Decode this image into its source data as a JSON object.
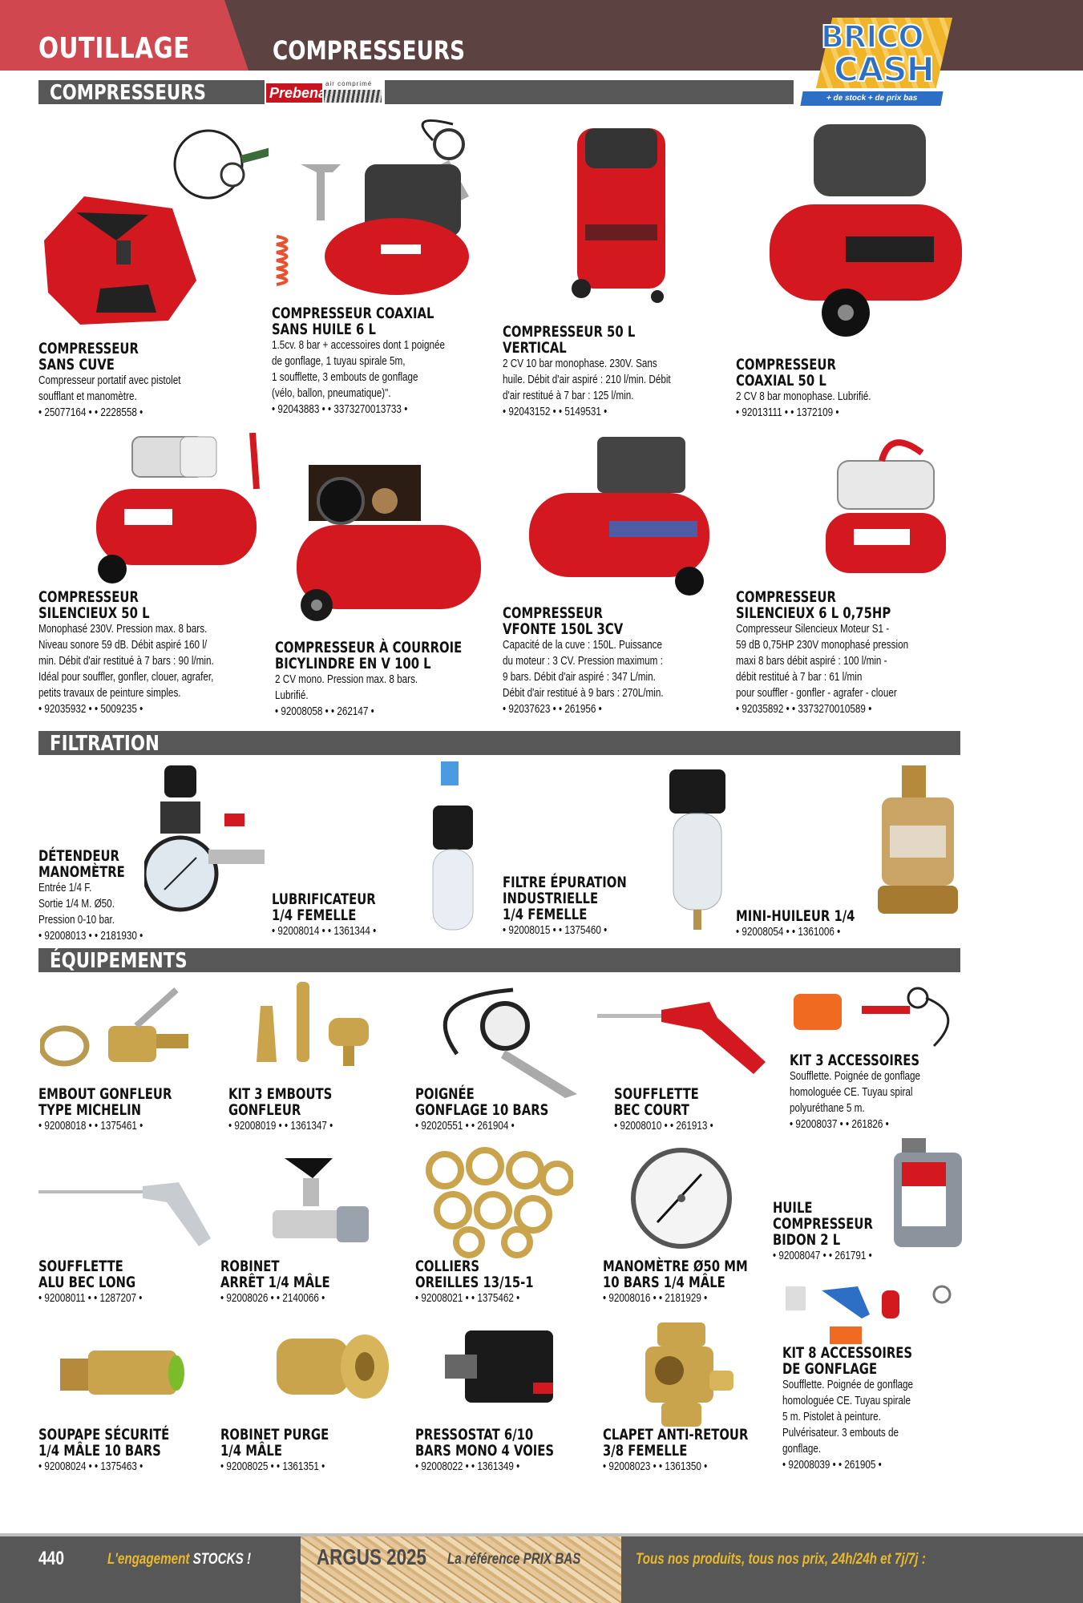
{
  "header": {
    "category": "OUTILLAGE",
    "subcategory": "COMPRESSEURS",
    "logo": {
      "line1": "BRICO",
      "line2": "CASH",
      "tagline": "+ de stock + de prix bas"
    },
    "colors": {
      "category_bg": "#d0474f",
      "bar_bg": "#5c4240",
      "section_bg": "#575757",
      "logo_yellow": "#f0b429",
      "logo_blue": "#2d6fc4"
    }
  },
  "sections": {
    "compresseurs": {
      "title": "COMPRESSEURS",
      "brand": {
        "name": "Prebena",
        "tagline": "air comprimé"
      }
    },
    "filtration": {
      "title": "FILTRATION"
    },
    "equipements": {
      "title": "ÉQUIPEMENTS"
    }
  },
  "products": {
    "p1": {
      "name": "COMPRESSEUR\nSANS CUVE",
      "desc": "Compresseur portatif avec pistolet\nsoufflant et manomètre.",
      "ref": "• 25077164 • • 2228558 •"
    },
    "p2": {
      "name": "COMPRESSEUR COAXIAL\nSANS HUILE 6 L",
      "desc": "1.5cv. 8 bar + accessoires dont 1 poignée\nde gonflage, 1 tuyau spirale 5m,\n1 soufflette, 3 embouts de gonflage\n(vélo, ballon, pneumatique)\".",
      "ref": "• 92043883 • • 3373270013733 •"
    },
    "p3": {
      "name": "COMPRESSEUR 50 L\nVERTICAL",
      "desc": "2 CV 10 bar monophase. 230V. Sans\nhuile. Débit d'air aspiré : 210 l/min. Débit\nd'air restitué à 7 bar : 125 l/min.",
      "ref": "• 92043152 • • 5149531 •"
    },
    "p4": {
      "name": "COMPRESSEUR\nCOAXIAL 50 L",
      "desc": "2 CV 8 bar monophase. Lubrifié.",
      "ref": "• 92013111 • • 1372109 •"
    },
    "p5": {
      "name": "COMPRESSEUR\nSILENCIEUX 50 L",
      "desc": "Monophasé 230V. Pression max. 8 bars.\nNiveau sonore 59 dB. Débit aspiré 160 l/\nmin. Débit d'air restitué à 7 bars : 90 l/min.\nIdéal pour souffler, gonfler, clouer, agrafer,\npetits travaux de peinture simples.",
      "ref": "• 92035932 • • 5009235 •"
    },
    "p6": {
      "name": "COMPRESSEUR À COURROIE\nBICYLINDRE EN V 100 L",
      "desc": "2 CV mono. Pression max. 8 bars.\nLubrifié.",
      "ref": "• 92008058 • • 262147 •"
    },
    "p7": {
      "name": "COMPRESSEUR\nVFONTE 150L 3CV",
      "desc": "Capacité de la cuve : 150L. Puissance\ndu moteur : 3 CV. Pression maximum :\n9 bars. Débit d'air aspiré : 347 L/min.\nDébit d'air restitué à 9 bars : 270L/min.",
      "ref": "• 92037623 • • 261956 •"
    },
    "p8": {
      "name": "COMPRESSEUR\nSILENCIEUX 6 L 0,75HP",
      "desc": "Compresseur Silencieux Moteur S1 -\n59 dB 0,75HP 230V monophasé pression\nmaxi 8 bars débit aspiré : 100 l/min -\ndébit restitué à 7 bar : 61 l/min\npour souffler - gonfler - agrafer - clouer",
      "ref": "• 92035892 • • 3373270010589 •"
    },
    "f1": {
      "name": "DÉTENDEUR\nMANOMÈTRE",
      "desc": "Entrée 1/4 F.\nSortie 1/4 M. Ø50.\nPression 0-10 bar.",
      "ref": "• 92008013 • • 2181930 •"
    },
    "f2": {
      "name": "LUBRIFICATEUR\n1/4 FEMELLE",
      "desc": "",
      "ref": "• 92008014 • • 1361344 •"
    },
    "f3": {
      "name": "FILTRE ÉPURATION\nINDUSTRIELLE\n1/4 FEMELLE",
      "desc": "",
      "ref": "• 92008015 • • 1375460 •"
    },
    "f4": {
      "name": "MINI-HUILEUR 1/4",
      "desc": "",
      "ref": "• 92008054 • • 1361006 •"
    },
    "e1": {
      "name": "EMBOUT GONFLEUR\nTYPE MICHELIN",
      "desc": "",
      "ref": "• 92008018 • • 1375461 •"
    },
    "e2": {
      "name": "KIT 3 EMBOUTS\nGONFLEUR",
      "desc": "",
      "ref": "• 92008019 • • 1361347 •"
    },
    "e3": {
      "name": "POIGNÉE\nGONFLAGE 10 BARS",
      "desc": "",
      "ref": "• 92020551 • • 261904 •"
    },
    "e4": {
      "name": "SOUFFLETTE\nBEC COURT",
      "desc": "",
      "ref": "• 92008010 • • 261913 •"
    },
    "e5": {
      "name": "KIT 3 ACCESSOIRES",
      "desc": "Soufflette. Poignée de gonflage\nhomologuée CE. Tuyau spiral\npolyuréthane 5 m.",
      "ref": "• 92008037 • • 261826 •"
    },
    "e6": {
      "name": "SOUFFLETTE\nALU BEC LONG",
      "desc": "",
      "ref": "• 92008011 • • 1287207 •"
    },
    "e7": {
      "name": "ROBINET\nARRÊT 1/4 MÂLE",
      "desc": "",
      "ref": "• 92008026 • • 2140066 •"
    },
    "e8": {
      "name": "COLLIERS\nOREILLES 13/15-1",
      "desc": "",
      "ref": "• 92008021 • • 1375462 •"
    },
    "e9": {
      "name": "MANOMÈTRE Ø50 MM\n10 BARS 1/4 MÂLE",
      "desc": "",
      "ref": "• 92008016 • • 2181929 •"
    },
    "e10": {
      "name": "HUILE\nCOMPRESSEUR\nBIDON 2 L",
      "desc": "",
      "ref": "• 92008047 • • 261791 •"
    },
    "e11": {
      "name": "SOUPAPE SÉCURITÉ\n1/4 MÂLE 10 BARS",
      "desc": "",
      "ref": "• 92008024 • • 1375463 •"
    },
    "e12": {
      "name": "ROBINET PURGE\n1/4 MÂLE",
      "desc": "",
      "ref": "• 92008025 • • 1361351 •"
    },
    "e13": {
      "name": "PRESSOSTAT 6/10\nBARS MONO 4 VOIES",
      "desc": "",
      "ref": "• 92008022 • • 1361349 •"
    },
    "e14": {
      "name": "CLAPET ANTI-RETOUR\n3/8 FEMELLE",
      "desc": "",
      "ref": "• 92008023 • • 1361350 •"
    },
    "e15": {
      "name": "KIT 8 ACCESSOIRES\nDE GONFLAGE",
      "desc": "Soufflette. Poignée de gonflage\nhomologuée CE. Tuyau spirale\n5 m. Pistolet à peinture.\nPulvérisateur. 3 embouts de\ngonflage.",
      "ref": "• 92008039 • • 261905 •"
    }
  },
  "footer": {
    "page_number": "440",
    "engagement": "L'engagement",
    "stocks": "STOCKS !",
    "argus": "ARGUS 2025",
    "reference": "La référence PRIX BAS",
    "tous": "Tous nos produits, tous nos prix, 24h/24h et 7j/7j :"
  }
}
